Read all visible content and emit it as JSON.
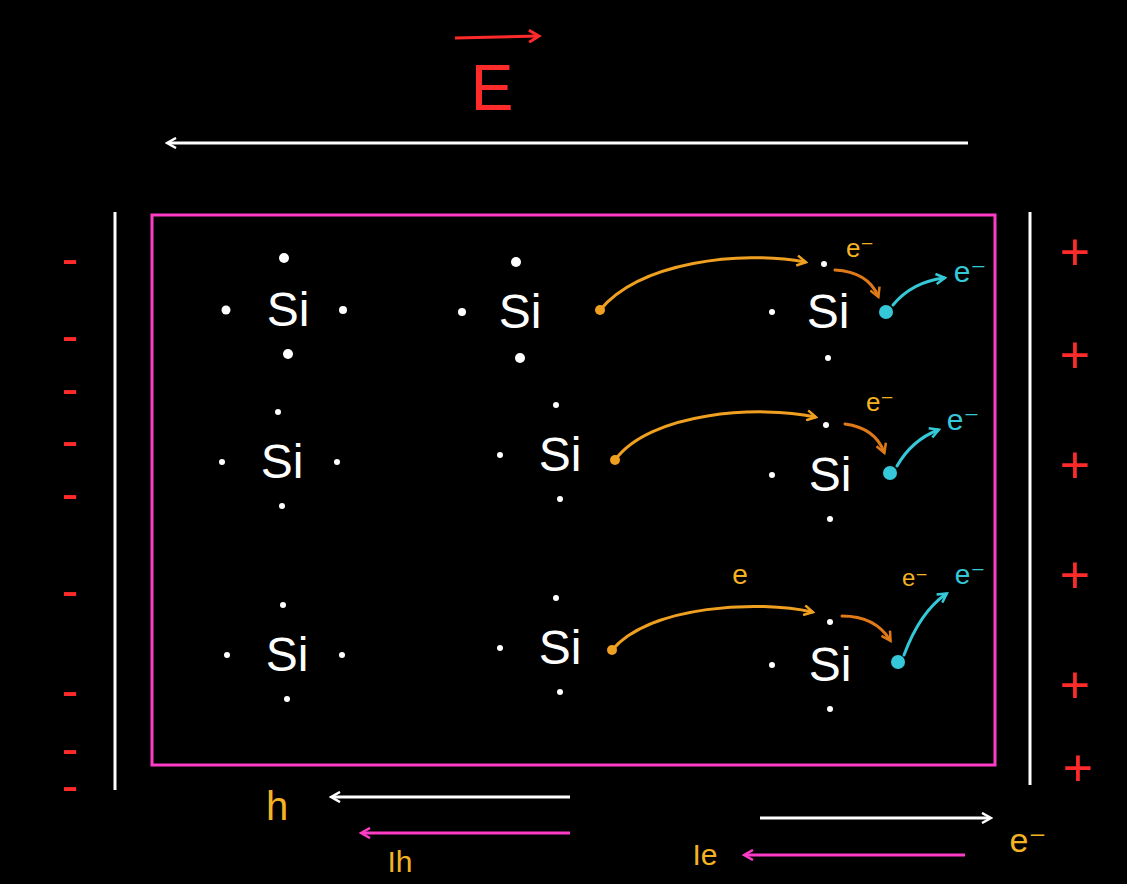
{
  "diagram": {
    "labels": [
      "E",
      "-",
      "-",
      "-",
      "-",
      "-",
      "-",
      "-",
      "-",
      "-",
      "+",
      "+",
      "+",
      "+",
      "+",
      "+",
      "Si",
      "Si",
      "e⁻",
      "Si",
      "e⁻",
      "Si",
      "Si",
      "e⁻",
      "Si",
      "e⁻",
      "e",
      "Si",
      "Si",
      "e⁻",
      "Si",
      "e⁻",
      "h",
      "Ih",
      "Ie",
      "e⁻"
    ]
  }
}
